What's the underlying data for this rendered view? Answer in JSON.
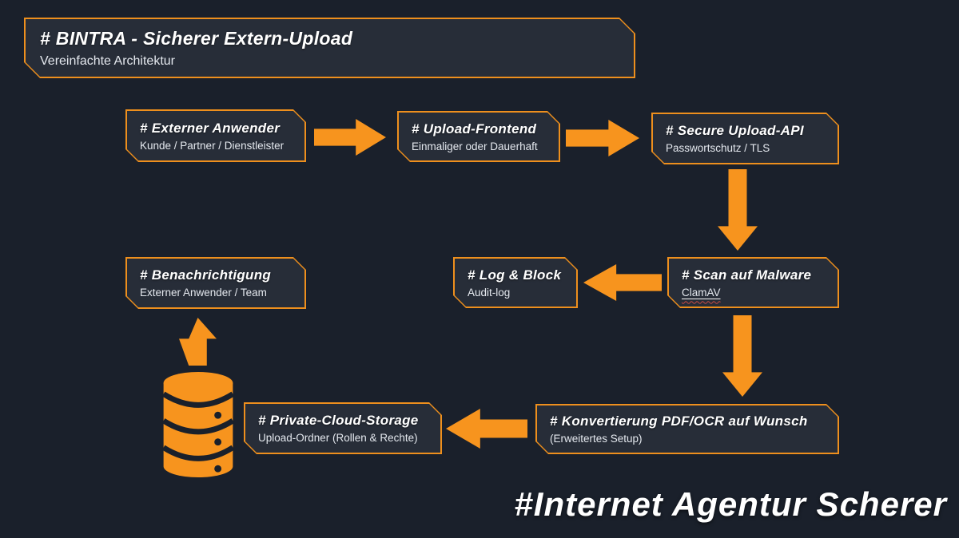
{
  "colors": {
    "background": "#1a202b",
    "box_fill": "#272d38",
    "box_border": "#ee8f1d",
    "arrow": "#f7941e",
    "title_text": "#ffffff",
    "subtitle_text": "#e4e8ee",
    "spellcheck_wavy": "#c94a43"
  },
  "title_box": {
    "title": "# BINTRA - Sicherer Extern-Upload",
    "subtitle": "Vereinfachte Architektur"
  },
  "nodes": [
    {
      "id": "externer-anwender",
      "title": "# Externer Anwender",
      "subtitle": "Kunde / Partner / Dienstleister"
    },
    {
      "id": "upload-frontend",
      "title": "# Upload-Frontend",
      "subtitle": "Einmaliger oder Dauerhaft"
    },
    {
      "id": "secure-upload-api",
      "title": "# Secure Upload-API",
      "subtitle": "Passwortschutz / TLS"
    },
    {
      "id": "scan-auf-malware",
      "title": "# Scan auf Malware",
      "subtitle": "ClamAV"
    },
    {
      "id": "log-block",
      "title": "# Log & Block",
      "subtitle": "Audit-log"
    },
    {
      "id": "benachrichtigung",
      "title": "# Benachrichtigung",
      "subtitle": "Externer Anwender / Team"
    },
    {
      "id": "konvertierung",
      "title": "# Konvertierung PDF/OCR auf Wunsch",
      "subtitle": "(Erweitertes Setup)"
    },
    {
      "id": "private-cloud-storage",
      "title": "# Private-Cloud-Storage",
      "subtitle": "Upload-Ordner (Rollen & Rechte)"
    }
  ],
  "icons": [
    {
      "name": "database-icon",
      "meaning": "storage database cylinder"
    }
  ],
  "connections": [
    {
      "from": "externer-anwender",
      "to": "upload-frontend",
      "direction": "right"
    },
    {
      "from": "upload-frontend",
      "to": "secure-upload-api",
      "direction": "right"
    },
    {
      "from": "secure-upload-api",
      "to": "scan-auf-malware",
      "direction": "down"
    },
    {
      "from": "scan-auf-malware",
      "to": "log-block",
      "direction": "left"
    },
    {
      "from": "scan-auf-malware",
      "to": "konvertierung",
      "direction": "down"
    },
    {
      "from": "konvertierung",
      "to": "private-cloud-storage",
      "direction": "left"
    },
    {
      "from": "private-cloud-storage",
      "to": "database-icon",
      "direction": "adjacent"
    },
    {
      "from": "database-icon",
      "to": "benachrichtigung",
      "direction": "up"
    }
  ],
  "watermark": "#Internet Agentur Scherer"
}
